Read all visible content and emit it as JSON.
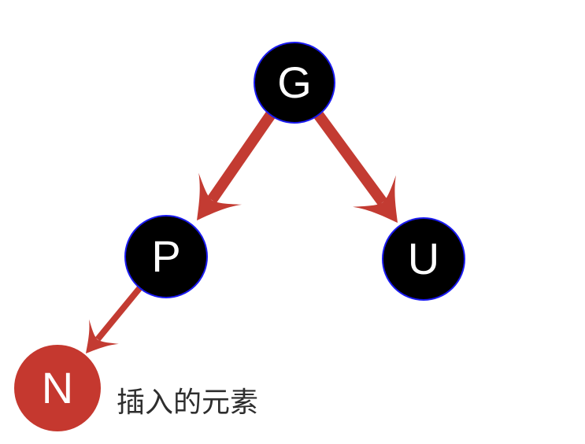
{
  "diagram": {
    "type": "red-black-tree-insertion",
    "colors": {
      "red": "#c33b32",
      "red_node": "#c5382f",
      "node_black": "#000000",
      "node_border_blue": "#1a1af0",
      "node_text": "#ffffff",
      "label_text": "#2e2e2e",
      "background": "#ffffff"
    },
    "nodes": [
      {
        "id": "G",
        "label": "G",
        "color": "black"
      },
      {
        "id": "P",
        "label": "P",
        "color": "black"
      },
      {
        "id": "U",
        "label": "U",
        "color": "black"
      },
      {
        "id": "N",
        "label": "N",
        "color": "red"
      }
    ],
    "edges": [
      {
        "from": "G",
        "to": "P"
      },
      {
        "from": "G",
        "to": "U"
      },
      {
        "from": "P",
        "to": "N"
      }
    ],
    "annotation": {
      "text": "插入的元素",
      "target": "N"
    }
  }
}
